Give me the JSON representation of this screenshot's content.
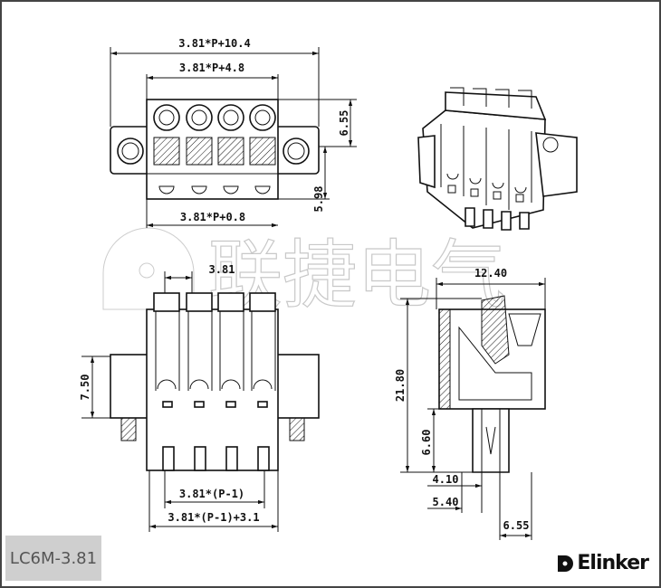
{
  "product_code": "LC6M-3.81",
  "brand": "Elinker",
  "watermark": "联捷电气",
  "dimensions": {
    "top_overall": "3.81*P+10.4",
    "top_body": "3.81*P+4.8",
    "top_height": "6.55",
    "top_depth": "5.98",
    "top_lower": "3.81*P+0.8",
    "pitch": "3.81",
    "front_height": "7.50",
    "front_span": "3.81*(P-1)",
    "front_overall": "3.81*(P-1)+3.1",
    "side_width": "12.40",
    "side_height": "21.80",
    "side_pin_height": "6.60",
    "side_pin_a": "4.10",
    "side_pin_b": "5.40",
    "side_pin_c": "6.55"
  }
}
